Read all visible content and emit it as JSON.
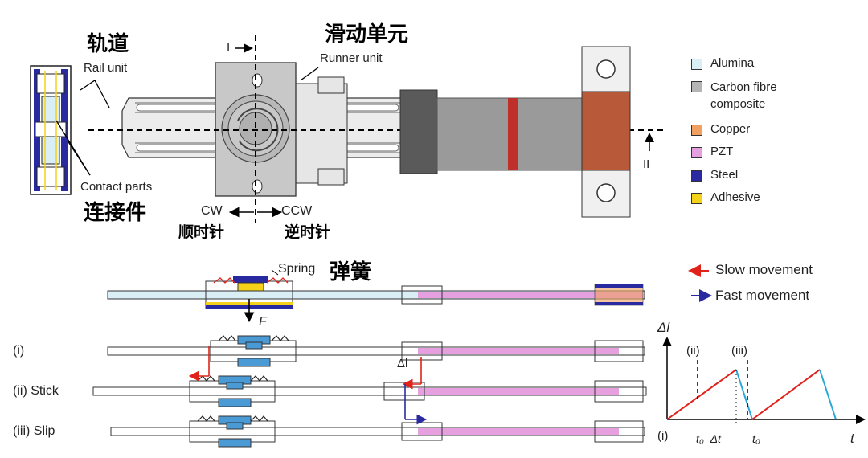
{
  "top": {
    "rail_cn": "轨道",
    "rail_en": "Rail unit",
    "runner_cn": "滑动单元",
    "runner_en": "Runner unit",
    "contact_en": "Contact parts",
    "contact_cn": "连接件",
    "section_I": "I",
    "section_II": "II",
    "cw": "CW",
    "ccw": "CCW",
    "cw_cn": "顺时针",
    "ccw_cn": "逆时针"
  },
  "legend": [
    {
      "label": "Alumina",
      "color": "#d9eef5"
    },
    {
      "label": "Carbon fibre composite",
      "color": "#b5b5b5"
    },
    {
      "label": "Copper",
      "color": "#f0a060"
    },
    {
      "label": "PZT",
      "color": "#e6a0e0"
    },
    {
      "label": "Steel",
      "color": "#2a2aa0"
    },
    {
      "label": "Adhesive",
      "color": "#f5d21a"
    }
  ],
  "bottom": {
    "spring_en": "Spring",
    "spring_cn": "弹簧",
    "force": "F",
    "slow": "Slow movement",
    "fast": "Fast movement",
    "row_i": "(i)",
    "row_ii": "(ii) Stick",
    "row_iii": "(iii) Slip",
    "delta_l_small": "Δl"
  },
  "graph": {
    "ylabel": "Δl",
    "xlabel": "t",
    "mark_ii": "(ii)",
    "mark_iii": "(iii)",
    "mark_i": "(i)",
    "tick_t0_dt": "t₀–Δt",
    "tick_t0": "t₀"
  },
  "colors": {
    "slow": "#e0221a",
    "fast": "#2a2aa0",
    "ramp_fast": "#29a8d8"
  }
}
